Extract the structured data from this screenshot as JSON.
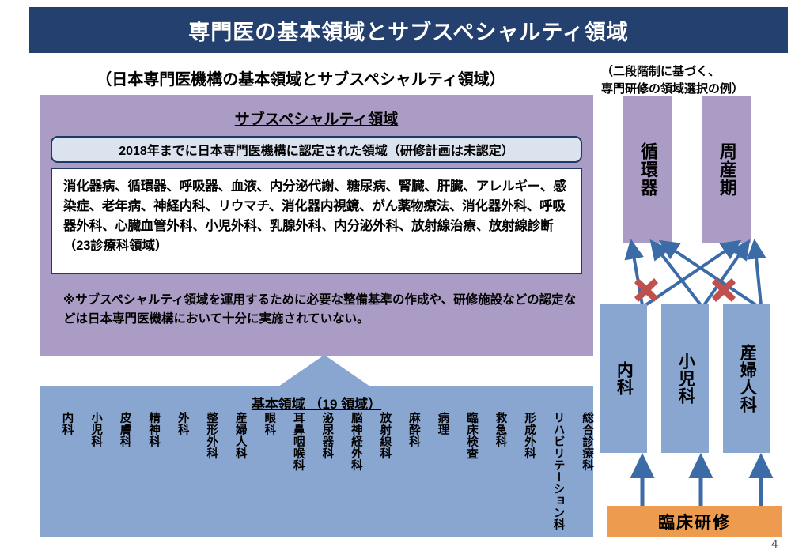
{
  "header": {
    "title": "専門医の基本領域とサブスペシャルティ領域"
  },
  "left": {
    "subtitle": "（日本専門医機構の基本領域とサブスペシャルティ領域）",
    "subspecialty": {
      "title": "サブスペシャルティ領域",
      "cert_banner": "2018年までに日本専門医機構に認定された領域（研修計画は未認定）",
      "list_text": "消化器病、循環器、呼吸器、血液、内分泌代謝、糖尿病、腎臓、肝臓、アレルギー、感染症、老年病、神経内科、リウマチ、消化器内視鏡、がん薬物療法、消化器外科、呼吸器外科、心臓血管外科、小児外科、乳腺外科、内分泌外科、放射線治療、放射線診断（23診療科領域）",
      "note": "※サブスペシャルティ領域を運用するために必要な整備基準の作成や、研修施設などの認定などは日本専門医機構において十分に実施されていない。"
    },
    "basic": {
      "title": "基本領域 （19 領域）",
      "items": [
        "内科",
        "小児科",
        "皮膚科",
        "精神科",
        "外科",
        "整形外科",
        "産婦人科",
        "眼科",
        "耳鼻咽喉科",
        "泌尿器科",
        "脳神経外科",
        "放射線科",
        "麻酔科",
        "病理",
        "臨床検査",
        "救急科",
        "形成外科",
        "リハビリテーション科",
        "総合診療科"
      ]
    }
  },
  "right": {
    "title": "（二段階制に基づく、\n専門研修の領域選択の例）",
    "title_line1": "（二段階制に基づく、",
    "title_line2": "専門研修の領域選択の例）",
    "subspecialty_boxes": [
      {
        "label": "循環器"
      },
      {
        "label": "周産期"
      }
    ],
    "basic_boxes": [
      {
        "label": "内科"
      },
      {
        "label": "小児科"
      },
      {
        "label": "産婦人科"
      }
    ],
    "clinical_training": "臨床研修",
    "blocked_marker": "×"
  },
  "page_number": "4",
  "colors": {
    "header_bar": "#24406e",
    "subspecialty_purple": "#aa9cc4",
    "basic_blue": "#89a6d0",
    "clinical_orange": "#ed9b4f",
    "arrow_blue": "#3c6ca8",
    "blocked_red": "#c0504d",
    "banner_fill": "#dbe3ef",
    "box_border": "#1f3864"
  }
}
